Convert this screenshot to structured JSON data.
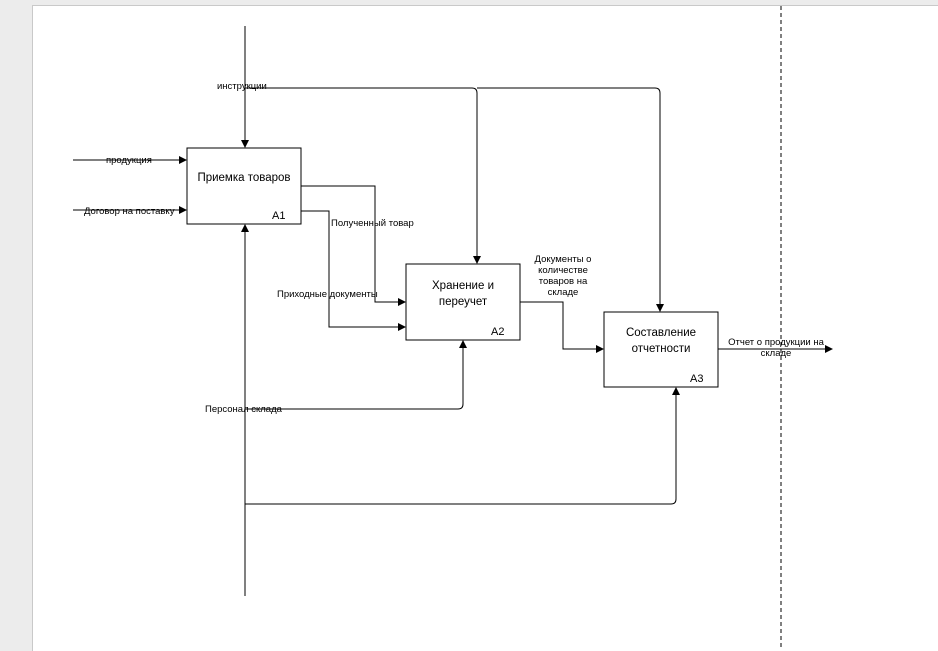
{
  "blocks": {
    "a1": {
      "title": "Приемка товаров",
      "number": "A1"
    },
    "a2": {
      "title": "Хранение и переучет",
      "number": "A2"
    },
    "a3": {
      "title": "Составление отчетности",
      "number": "A3"
    }
  },
  "arrows": {
    "instructions": "инструкции",
    "products": "продукция",
    "supply_contract": "Договор на поставку",
    "received_goods": "Полученный товар",
    "incoming_docs": "Приходные документы",
    "stock_docs": "Документы о количестве товаров на складе",
    "warehouse_staff": "Персонал склада",
    "report": "Отчет о продукции на складе"
  },
  "colors": {
    "stroke": "#000000",
    "page": "#ffffff",
    "background": "#ececec"
  }
}
